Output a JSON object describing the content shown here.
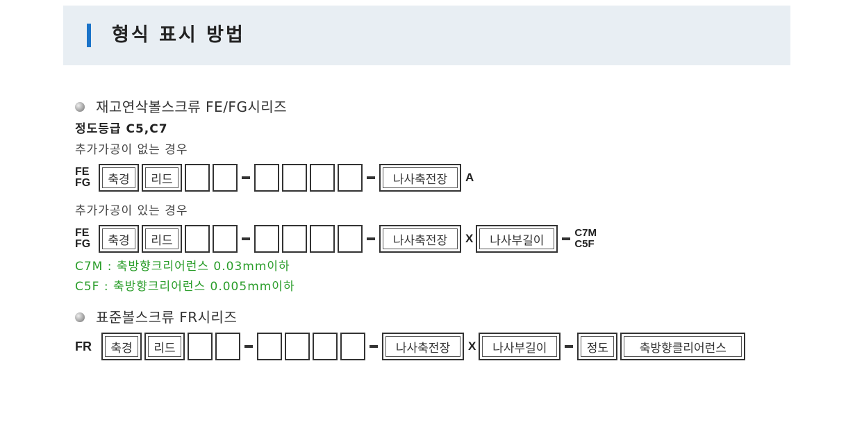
{
  "header": {
    "title": "형식 표시 방법"
  },
  "fe_fg": {
    "title": "재고연삭볼스크류 FE/FG시리즈",
    "grade": "정도등급 C5,C7",
    "case_no_extra": "추가가공이 없는 경우",
    "case_extra": "추가가공이 있는 경우",
    "prefix_top": "FE",
    "prefix_bottom": "FG",
    "note_c7m": "C7M : 축방향크리어런스 0.03mm이하",
    "note_c5f": "C5F : 축방향크리어런스 0.005mm이하"
  },
  "fr": {
    "title": "표준볼스크류 FR시리즈",
    "prefix": "FR"
  },
  "labels": {
    "shaft_dia": "축경",
    "lead": "리드",
    "thread_len": "나사축전장",
    "suffix_a": "A",
    "x": "X",
    "thread_part_len": "나사부길이",
    "grade_box": "정도",
    "axial_clearance": "축방향클리어런스",
    "suffix_c7m": "C7M",
    "suffix_c5f": "C5F"
  }
}
